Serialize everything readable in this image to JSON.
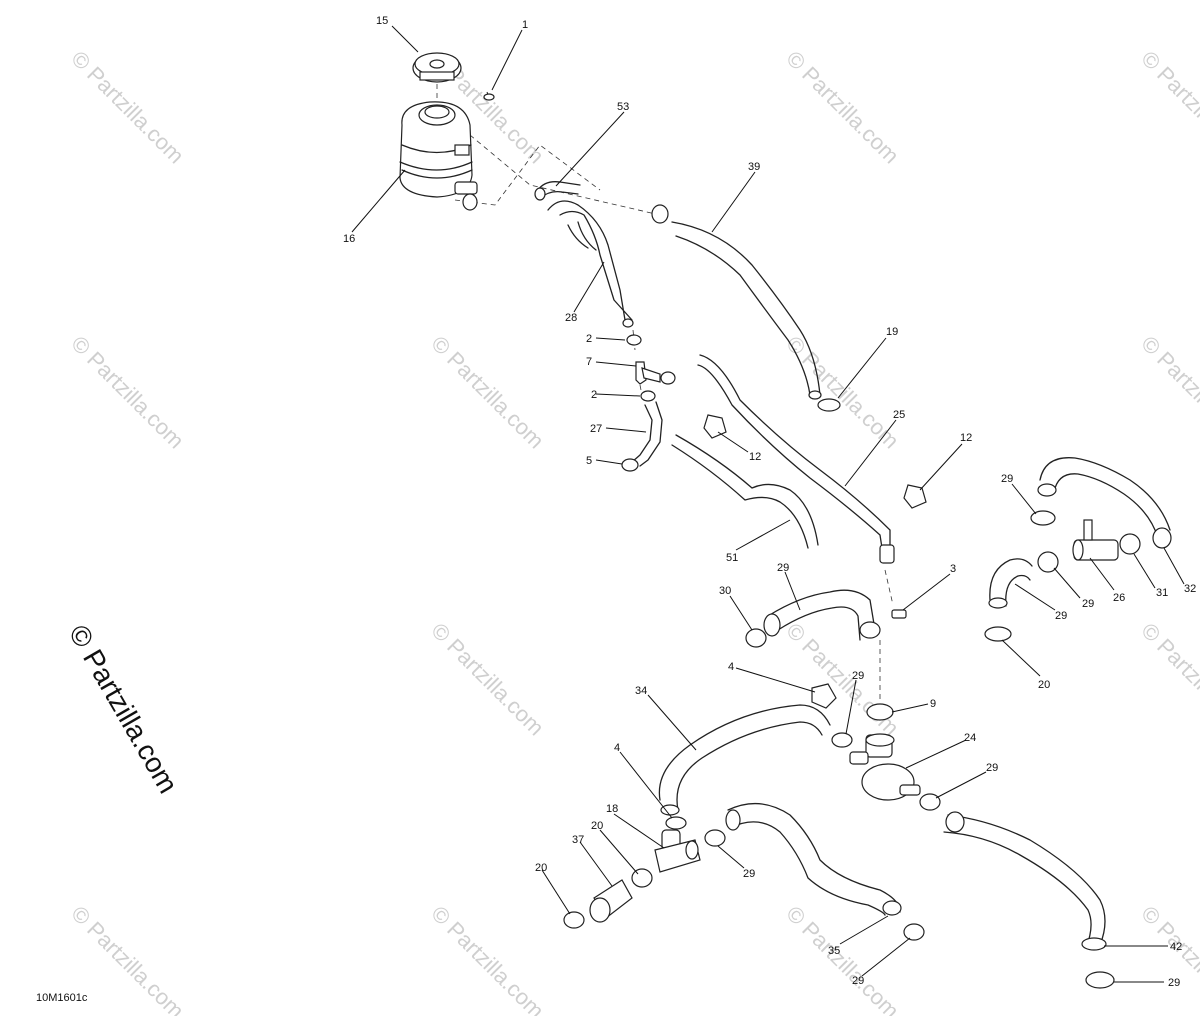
{
  "diagram_code": "10M1601c",
  "watermark": "© Partzilla.com",
  "callouts": [
    "15",
    "1",
    "16",
    "53",
    "39",
    "28",
    "2",
    "7",
    "2",
    "27",
    "5",
    "19",
    "25",
    "12",
    "12",
    "51",
    "29",
    "26",
    "29",
    "31",
    "32",
    "29",
    "3",
    "20",
    "30",
    "29",
    "9",
    "4",
    "29",
    "34",
    "24",
    "29",
    "4",
    "18",
    "20",
    "37",
    "20",
    "29",
    "35",
    "29",
    "42",
    "29"
  ]
}
